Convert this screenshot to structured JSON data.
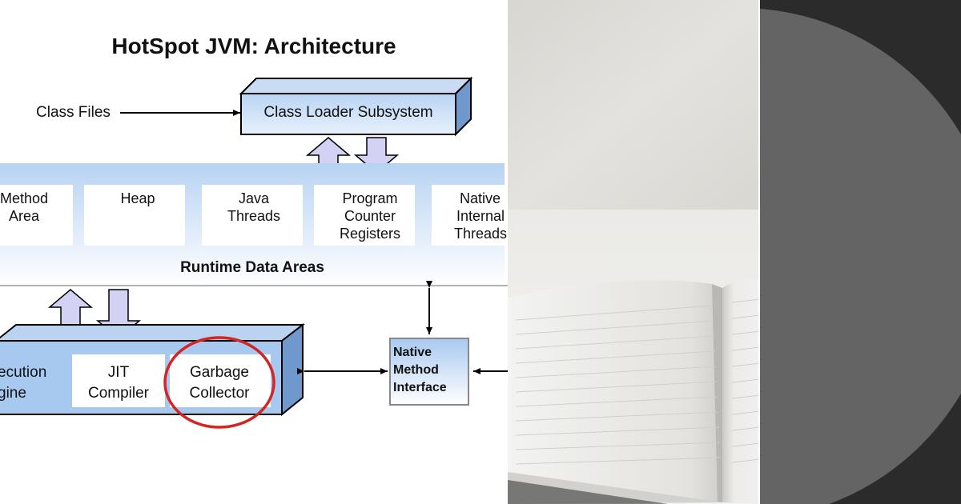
{
  "diagram": {
    "title": "HotSpot JVM: Architecture",
    "class_files_label": "Class Files",
    "class_loader": "Class Loader Subsystem",
    "runtime_data_areas": {
      "label": "Runtime Data Areas",
      "cells": [
        {
          "line1": "Method",
          "line2": "Area",
          "line3": ""
        },
        {
          "line1": "Heap",
          "line2": "",
          "line3": ""
        },
        {
          "line1": "Java",
          "line2": "Threads",
          "line3": ""
        },
        {
          "line1": "Program",
          "line2": "Counter",
          "line3": "Registers"
        },
        {
          "line1": "Native",
          "line2": "Internal",
          "line3": "Threads"
        }
      ]
    },
    "execution_engine": {
      "line1": "ecution",
      "line2": "gine",
      "jit": {
        "line1": "JIT",
        "line2": "Compiler"
      },
      "gc": {
        "line1": "Garbage",
        "line2": "Collector"
      }
    },
    "native_method_interface": {
      "line1": "Native",
      "line2": "Method",
      "line3": "Interface"
    }
  },
  "colors": {
    "box_fill": "#a8c9ef",
    "box_gradient_light": "#e7f1fc",
    "box_side": "#6f98cc",
    "arrow_fill": "#d3d1f4",
    "highlight_circle": "#d42424"
  }
}
